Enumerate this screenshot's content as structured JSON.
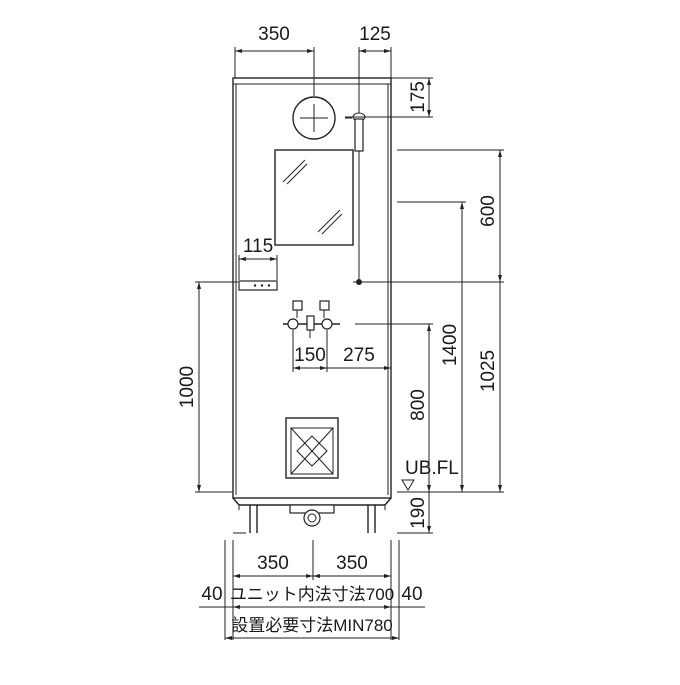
{
  "dimensions": {
    "top_width": "350",
    "top_offset": "125",
    "top_height": "175",
    "mirror_height": "600",
    "lower_height": "1025",
    "total_height": "1400",
    "faucet_height": "800",
    "left_height": "1000",
    "shelf_width": "115",
    "faucet_left": "150",
    "faucet_right": "275",
    "floor_label": "UB.FL",
    "floor_gap": "190",
    "half_left": "350",
    "half_right": "350",
    "margin_left": "40",
    "unit_inner": "ユニット内法寸法700",
    "margin_right": "40",
    "install_required": "設置必要寸法MIN780"
  },
  "colors": {
    "line": "#222222",
    "panel_fill": "#ffffff"
  }
}
